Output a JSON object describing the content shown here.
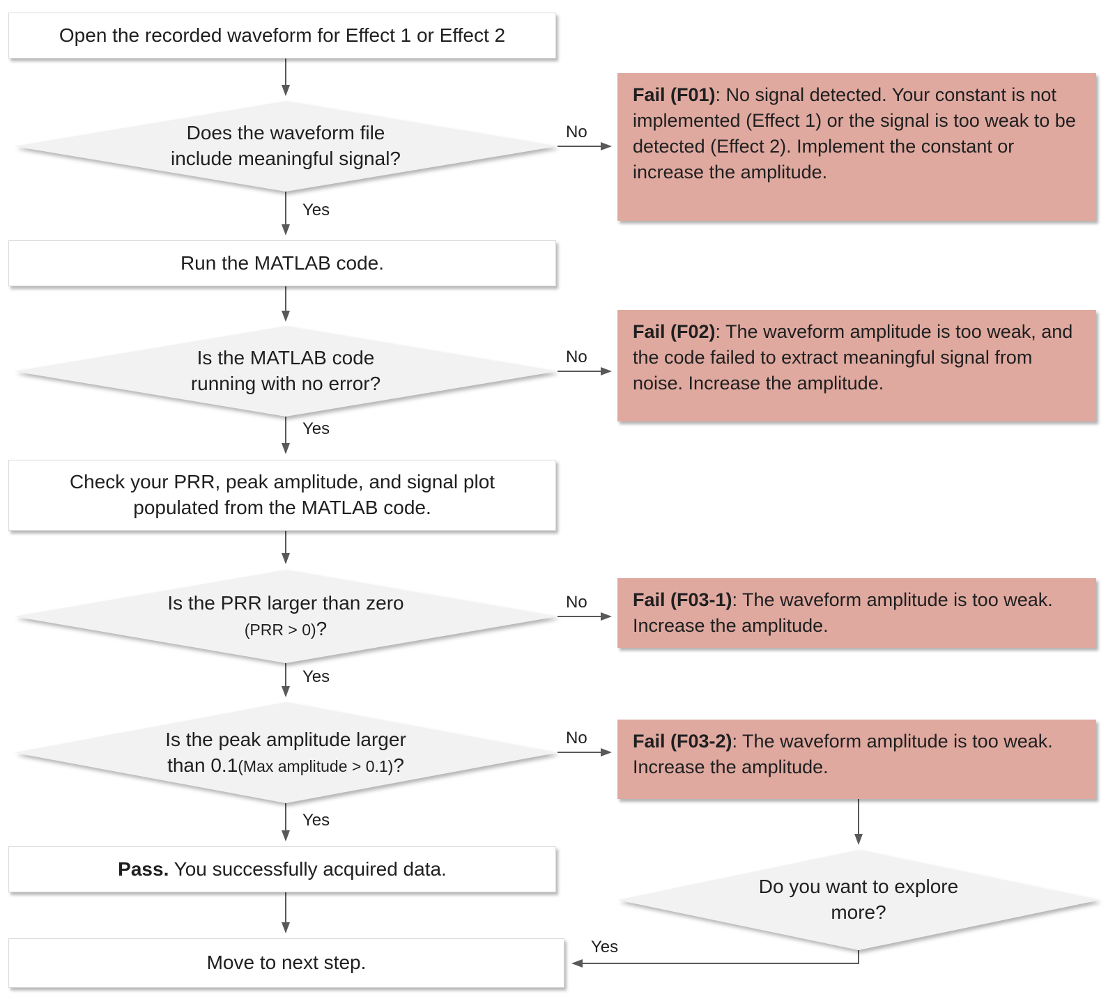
{
  "flow": {
    "nodes": {
      "open": {
        "text": "Open the recorded waveform for Effect 1 or Effect 2"
      },
      "d_signal": {
        "line1": "Does the waveform file",
        "line2": "include meaningful signal?"
      },
      "run": {
        "text": "Run the MATLAB code."
      },
      "d_error": {
        "line1": "Is the MATLAB code",
        "line2": "running with no error?"
      },
      "check": {
        "line1": "Check your PRR, peak amplitude, and signal plot",
        "line2": "populated from the MATLAB code."
      },
      "d_prr": {
        "line1": "Is the PRR larger than zero",
        "line2_small": "(PRR > 0)",
        "line2_suffix": "?"
      },
      "d_amp": {
        "line1": "Is the peak amplitude larger",
        "line2_prefix": "than 0.1",
        "line2_small": "(Max amplitude > 0.1)",
        "line2_suffix": "?"
      },
      "pass": {
        "bold": "Pass.",
        "text": " You successfully acquired data."
      },
      "move": {
        "text": "Move to next step."
      },
      "d_explore": {
        "line1": "Do you want to explore",
        "line2": "more?"
      }
    },
    "fails": {
      "f01": {
        "label": "Fail (F01)",
        "text": ": No signal detected. Your constant is not implemented (Effect 1) or the signal is too weak to be detected (Effect 2). Implement the constant or increase the amplitude."
      },
      "f02": {
        "label": "Fail (F02)",
        "text": ": The waveform amplitude is too weak, and the code failed to extract meaningful signal from noise. Increase the amplitude."
      },
      "f03_1": {
        "label": "Fail (F03-1)",
        "text": ": The waveform amplitude is too weak. Increase the amplitude."
      },
      "f03_2": {
        "label": "Fail (F03-2)",
        "text": ": The waveform amplitude is too weak. Increase the amplitude."
      }
    },
    "labels": {
      "yes": "Yes",
      "no": "No"
    },
    "colors": {
      "fail_bg": "#dfa9a0",
      "diamond_bg": "#f2f2f2",
      "box_bg": "#ffffff",
      "box_border": "#d9d9d9",
      "arrow": "#595959",
      "text": "#1f1f1f"
    }
  }
}
